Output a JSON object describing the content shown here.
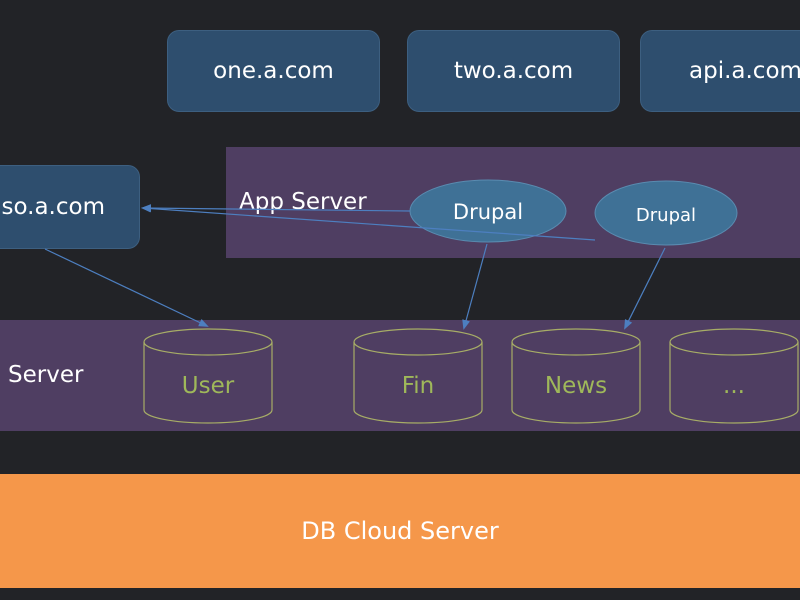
{
  "domains": [
    {
      "label": "one.a.com"
    },
    {
      "label": "two.a.com"
    },
    {
      "label": "api.a.com"
    }
  ],
  "sso": {
    "label": "so.a.com"
  },
  "app_server": {
    "label": "App Server",
    "nodes": [
      {
        "label": "Drupal"
      },
      {
        "label": "Drupal"
      }
    ]
  },
  "db_server": {
    "label": "Server",
    "databases": [
      {
        "label": "User"
      },
      {
        "label": "Fin"
      },
      {
        "label": "News"
      },
      {
        "label": "..."
      }
    ]
  },
  "cloud": {
    "label": "DB Cloud Server"
  },
  "colors": {
    "background": "#222327",
    "domain_box": "#2e4e6e",
    "band": "#4f3e62",
    "node": "#3f7196",
    "db_outline": "#a7ad66",
    "db_text": "#9fb85a",
    "arrow": "#4d7fc0",
    "cloud": "#f5974a"
  }
}
